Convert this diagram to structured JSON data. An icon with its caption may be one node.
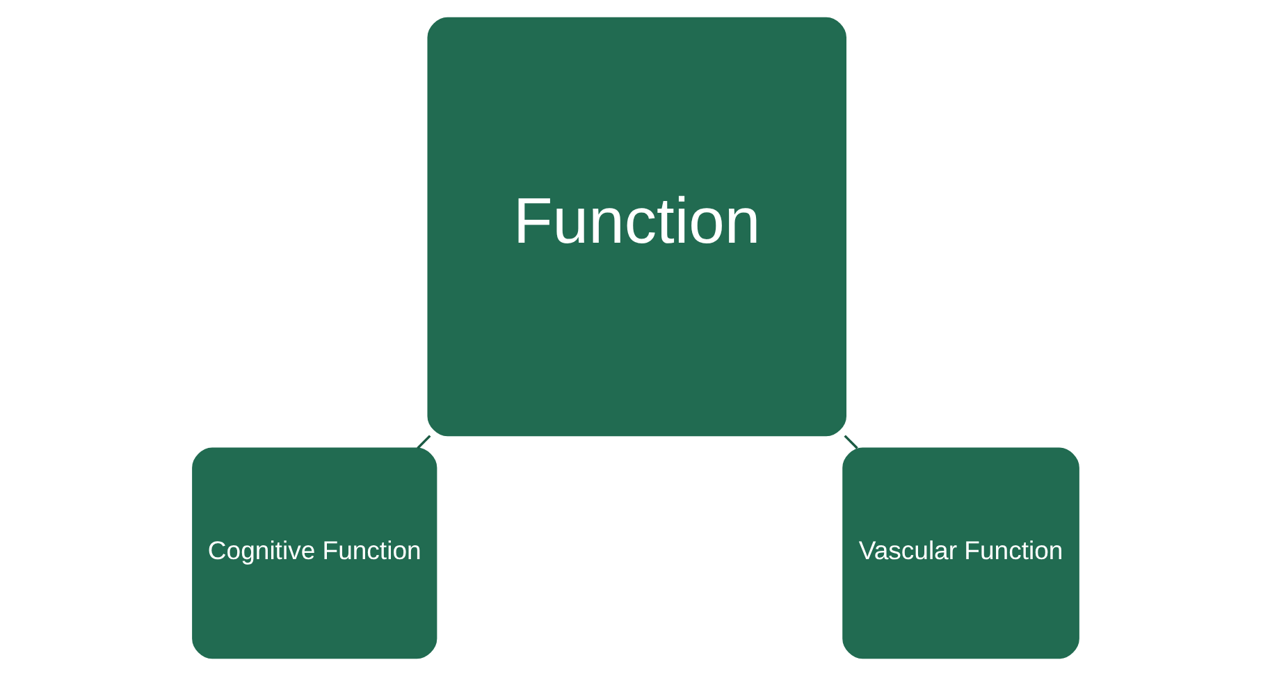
{
  "diagram": {
    "nodes": [
      {
        "text": [
          "Function"
        ]
      },
      {
        "text": [
          "Cognitive Function"
        ]
      },
      {
        "text": [
          "Vascular Function"
        ]
      }
    ],
    "edges": [
      {
        "from": 0,
        "to": 1,
        "arrow": "none"
      },
      {
        "from": 0,
        "to": 2,
        "arrow": "none"
      }
    ]
  }
}
